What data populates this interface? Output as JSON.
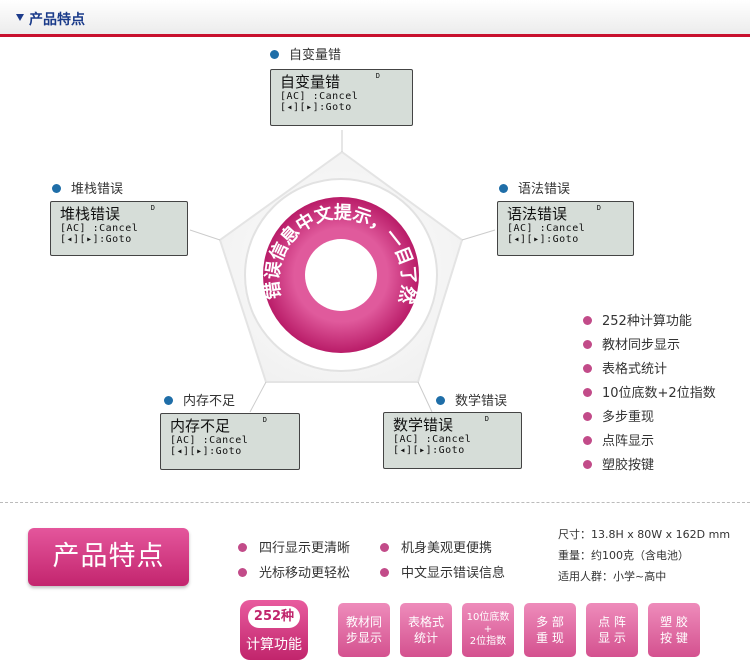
{
  "header": {
    "title": "产品特点"
  },
  "diagram": {
    "center_text": "错误信息中文提示，一目了然",
    "nodes": [
      {
        "id": "top",
        "tag": "自变量错",
        "screen_title": "自变量错",
        "line1": "[AC] :Cancel",
        "line2": "[◂][▸]:Goto",
        "sup": "D"
      },
      {
        "id": "left",
        "tag": "堆栈错误",
        "screen_title": "堆栈错误",
        "line1": "[AC] :Cancel",
        "line2": "[◂][▸]:Goto",
        "sup": "D"
      },
      {
        "id": "right",
        "tag": "语法错误",
        "screen_title": "语法错误",
        "line1": "[AC] :Cancel",
        "line2": "[◂][▸]:Goto",
        "sup": "D"
      },
      {
        "id": "bottom-left",
        "tag": "内存不足",
        "screen_title": "内存不足",
        "line1": "[AC] :Cancel",
        "line2": "[◂][▸]:Goto",
        "sup": "D"
      },
      {
        "id": "bottom-right",
        "tag": "数学错误",
        "screen_title": "数学错误",
        "line1": "[AC] :Cancel",
        "line2": "[◂][▸]:Goto",
        "sup": "D"
      }
    ],
    "features": [
      "252种计算功能",
      "教材同步显示",
      "表格式统计",
      "10位底数+2位指数",
      "多步重现",
      "点阵显示",
      "塑胶按键"
    ]
  },
  "bottom": {
    "badge": "产品特点",
    "features": [
      "四行显示更清晰",
      "机身美观更便携",
      "光标移动更轻松",
      "中文显示错误信息"
    ],
    "specs": [
      "尺寸：13.8H x 80W x 162D mm",
      "重量：约100克（含电池）",
      "适用人群：小学~高中"
    ],
    "func_big": {
      "top": "252种",
      "bottom": "计算功能"
    },
    "tiles": [
      "教材同\n步显示",
      "表格式\n统计",
      "10位底数\n+\n2位指数",
      "多 部\n重 现",
      "点 阵\n显 示",
      "塑 胶\n按 键"
    ]
  },
  "colors": {
    "accent_red": "#c8102e",
    "blue_dot": "#1f6ea8",
    "pink": "#c24b89",
    "badge_pink": "#d53a84"
  }
}
